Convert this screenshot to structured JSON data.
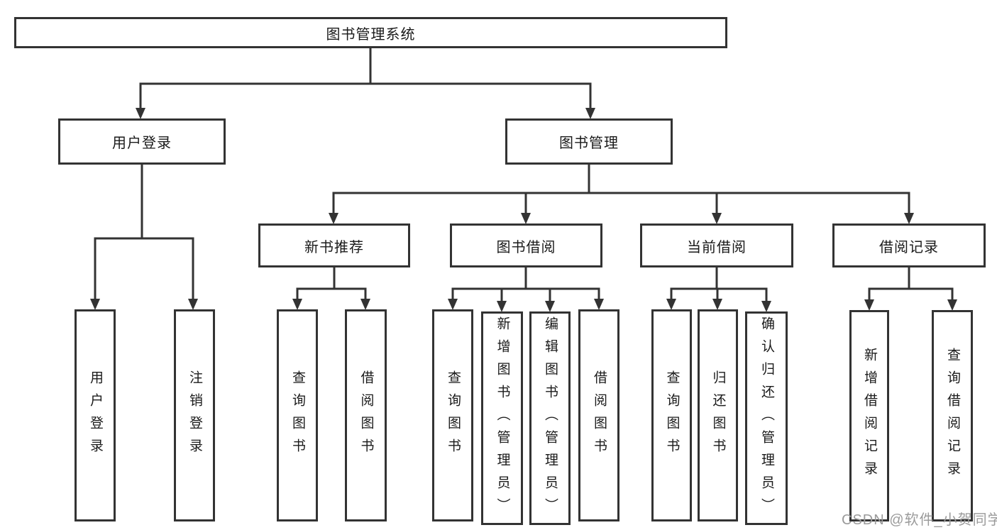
{
  "diagram": {
    "root": {
      "label": "图书管理系统"
    },
    "branches": {
      "user_login": {
        "label": "用户登录"
      },
      "book_management": {
        "label": "图书管理"
      }
    },
    "modules": {
      "new_book_recommend": {
        "label": "新书推荐"
      },
      "book_borrowing": {
        "label": "图书借阅"
      },
      "current_borrowing": {
        "label": "当前借阅"
      },
      "borrowing_records": {
        "label": "借阅记录"
      }
    },
    "leaves": {
      "user_login": "用户登录",
      "logout": "注销登录",
      "rec_query_books": "查询图书",
      "rec_borrow_books": "借阅图书",
      "bor_query_books": "查询图书",
      "bor_add_books": "新增图书（管理员）",
      "bor_edit_books": "编辑图书（管理员）",
      "bor_borrow_books": "借阅图书",
      "cur_query_books": "查询图书",
      "cur_return_books": "归还图书",
      "cur_confirm_return": "确认归还（管理员）",
      "rec_add_record": "新增借阅记录",
      "rec_query_record": "查询借阅记录"
    }
  },
  "watermark": {
    "text": "CSDN @软件_小贺同学"
  },
  "colors": {
    "line": "#333333",
    "text": "#1a1a1a",
    "watermark": "#9b9b9b",
    "background": "#ffffff"
  }
}
